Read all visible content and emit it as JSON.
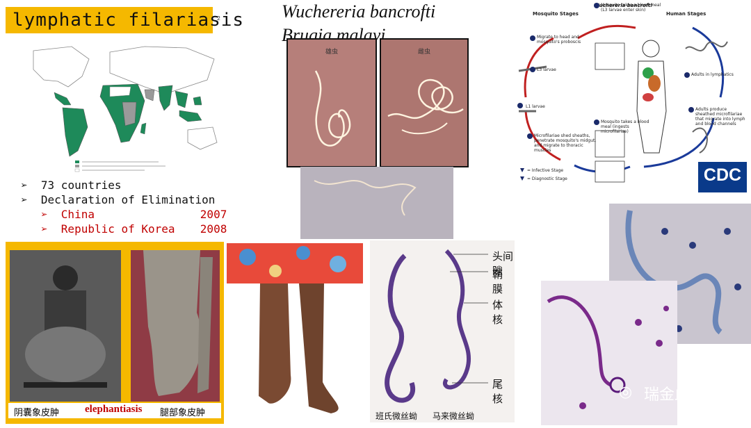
{
  "title": "lymphatic filariasis",
  "slide_number": "2",
  "species": [
    "Wuchereria bancrofti",
    "Brugia malayi"
  ],
  "photo_labels": [
    "雄虫",
    "雌虫"
  ],
  "bullets": [
    {
      "text": "73 countries"
    },
    {
      "text": "Declaration of Elimination"
    }
  ],
  "elimination": [
    {
      "country": "China",
      "year": "2007"
    },
    {
      "country": "Republic of Korea",
      "year": "2008"
    }
  ],
  "lifecycle": {
    "species_title": "Wuchereria bancrofti",
    "mosquito_stages": "Mosquito Stages",
    "human_stages": "Human Stages",
    "steps": [
      "Mosquito takes a blood meal (L3 larvae enter skin)",
      "Adults in lymphatics",
      "Adults produce sheathed microfilariae that migrate into lymph and blood channels",
      "Mosquito takes a blood meal (ingests microfilariae)",
      "Microfilariae shed sheaths, penetrate mosquito's midgut, and migrate to thoracic muscles",
      "L1 larvae",
      "L3 larvae",
      "Migrate to head and mosquito's proboscis"
    ],
    "legend_infective": "= Infective Stage",
    "legend_diagnostic": "= Diagnostic Stage",
    "cdc": "CDC"
  },
  "elephantiasis": {
    "left": "阴囊象皮肿",
    "middle": "elephantiasis",
    "right": "腿部象皮肿"
  },
  "micro_labels": [
    "头间隙",
    "鞘  膜",
    "体  核",
    "尾  核"
  ],
  "micro_captions": [
    "班氏微丝蚴",
    "马来微丝蚴"
  ],
  "watermark": "瑞金血液",
  "colors": {
    "title_bg": "#f5b800",
    "red_text": "#c00000",
    "map_endemic": "#1e8a5a",
    "map_other": "#9a9a9a",
    "cdc_blue": "#0a3a8a"
  }
}
